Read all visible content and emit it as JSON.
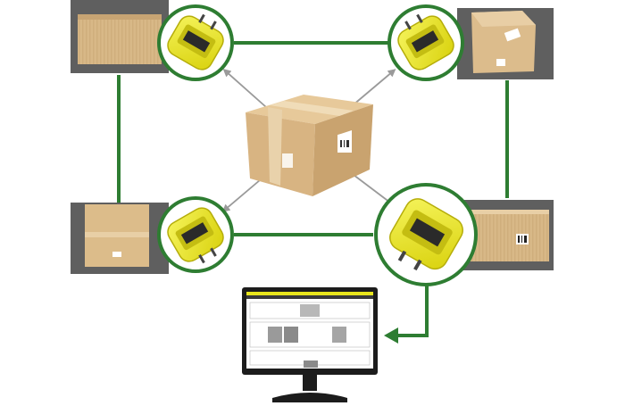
{
  "diagram": {
    "center_package": {
      "icon": "cardboard-box-icon",
      "label_icon": "barcode-label-icon"
    },
    "scanners": [
      {
        "id": "top-left",
        "icon": "barcode-scanner-icon",
        "package_view": "box-side-view"
      },
      {
        "id": "top-right",
        "icon": "barcode-scanner-icon",
        "package_view": "box-corner-view"
      },
      {
        "id": "bottom-left",
        "icon": "barcode-scanner-icon",
        "package_view": "box-bottom-view"
      },
      {
        "id": "bottom-right",
        "icon": "barcode-scanner-icon",
        "package_view": "box-labeled-side-view"
      }
    ],
    "monitor": {
      "icon": "monitor-icon",
      "screen": "scan-results-dashboard"
    },
    "colors": {
      "connector_green": "#2e7d32",
      "scanner_yellow": "#e9e61c",
      "box_tan": "#d9b98a",
      "photo_gray": "#5f5f5f",
      "arrow_gray": "#9a9a9a"
    }
  }
}
